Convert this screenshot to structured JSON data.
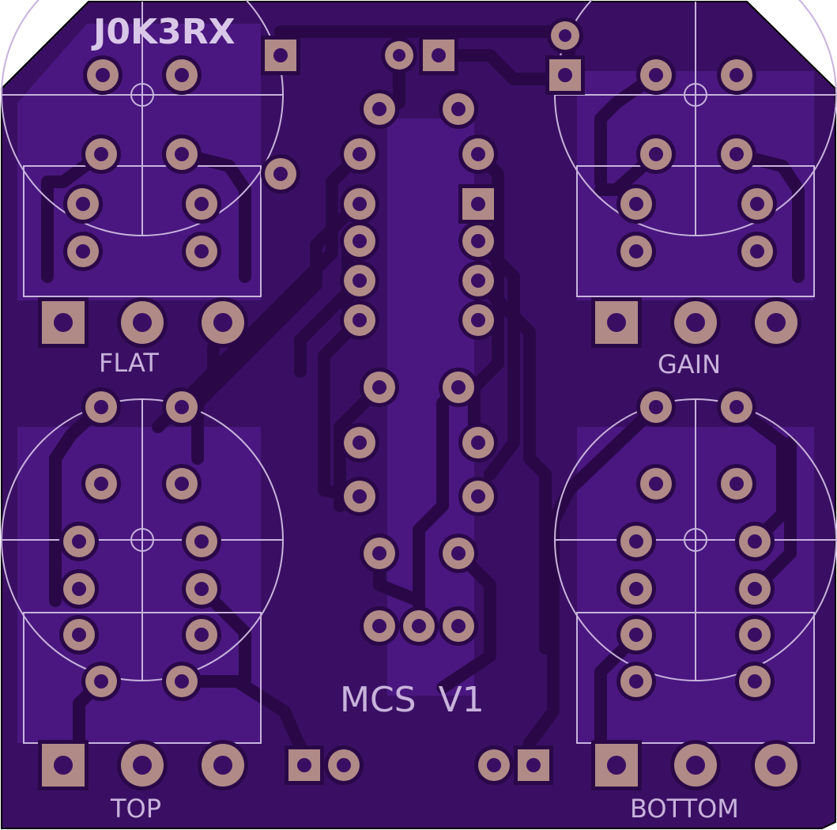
{
  "logo_text": "J0K3RX",
  "labels": {
    "flat": "FLAT",
    "gain": "GAIN",
    "top": "TOP",
    "bottom": "BOTTOM",
    "title": "MCS  V1"
  },
  "colors": {
    "board": "#3a0f63",
    "copper": "#4d1a82",
    "trace": "#2d0850",
    "pad": "#b08a86",
    "silkscreen": "#c8b3dc",
    "outline": "#000000"
  }
}
